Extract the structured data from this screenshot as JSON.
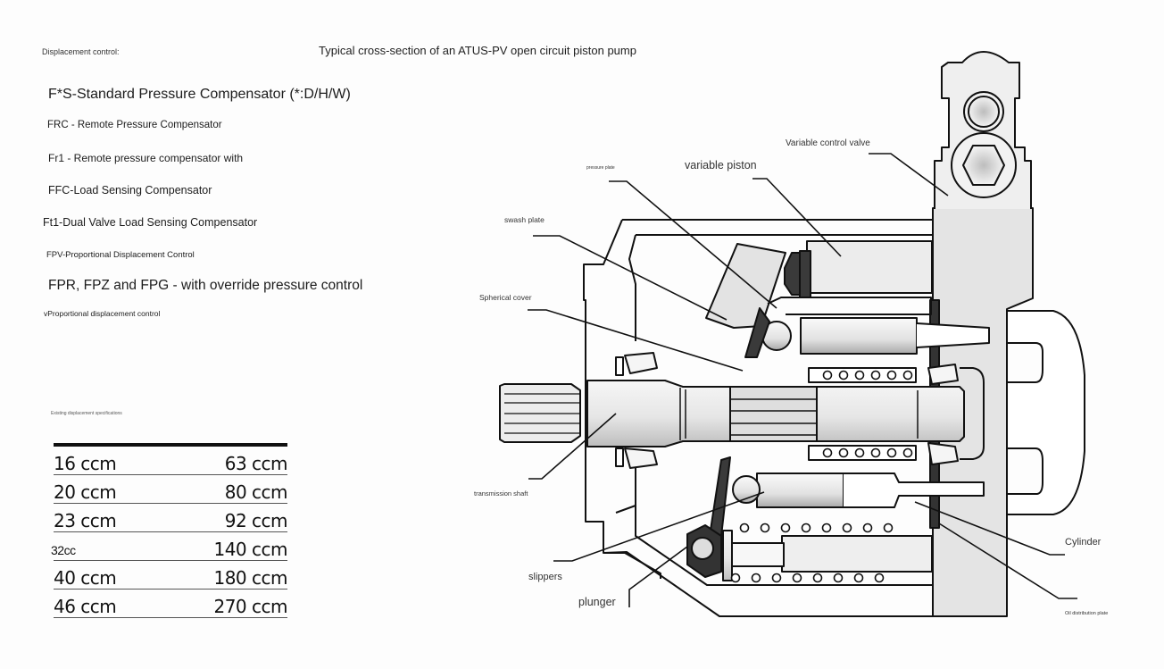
{
  "header": {
    "section_label": "Displacement control:",
    "diagram_title": "Typical cross-section of an ATUS-PV open circuit piston pump"
  },
  "controls": [
    "F*S-Standard Pressure Compensator (*:D/H/W)",
    "FRC - Remote Pressure Compensator",
    "Fr1 - Remote pressure compensator with",
    "FFC-Load Sensing Compensator",
    "Ft1-Dual Valve Load Sensing Compensator",
    "FPV-Proportional Displacement Control",
    "FPR, FPZ and FPG - with override pressure control",
    "vProportional displacement control"
  ],
  "specs": {
    "caption": "Existing displacement specifications",
    "rows": [
      [
        "16 ccm",
        "63 ccm"
      ],
      [
        "20 ccm",
        "80 ccm"
      ],
      [
        "23 ccm",
        "92 ccm"
      ],
      [
        "32cc",
        "140 ccm"
      ],
      [
        "40 ccm",
        "180 ccm"
      ],
      [
        "46 ccm",
        "270 ccm"
      ]
    ]
  },
  "diagram_labels": {
    "variable_control_valve": "Variable control valve",
    "pressure_plate": "pressure plate",
    "variable_piston": "variable piston",
    "swash_plate": "swash plate",
    "spherical_cover": "Spherical cover",
    "transmission_shaft": "transmission shaft",
    "slippers": "slippers",
    "plunger": "plunger",
    "cylinder": "Cylinder",
    "oil_distribution_plate": "Oil distribution plate"
  }
}
